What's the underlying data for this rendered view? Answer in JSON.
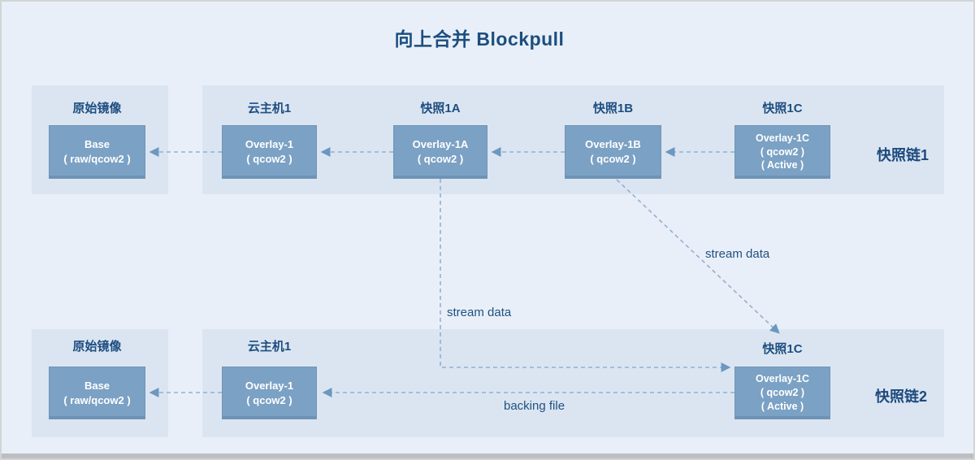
{
  "title": "向上合并 Blockpull",
  "colors": {
    "background": "#e9eff8",
    "panel": "#dbe5f1",
    "box_fill": "#7ba1c4",
    "box_text": "#ffffff",
    "label_text": "#1d4e81",
    "title_text": "#1b4e7f",
    "arrow": "#92b0d2",
    "bottom_bar": "#bcbec1"
  },
  "chain1": {
    "chain_label": "快照链1",
    "nodes": [
      {
        "label": "原始镜像",
        "box": [
          "Base",
          "( raw/qcow2 )"
        ]
      },
      {
        "label": "云主机1",
        "box": [
          "Overlay-1",
          "( qcow2 )"
        ]
      },
      {
        "label": "快照1A",
        "box": [
          "Overlay-1A",
          "( qcow2 )"
        ]
      },
      {
        "label": "快照1B",
        "box": [
          "Overlay-1B",
          "( qcow2 )"
        ]
      },
      {
        "label": "快照1C",
        "box": [
          "Overlay-1C",
          "( qcow2 )",
          "( Active )"
        ]
      }
    ]
  },
  "chain2": {
    "chain_label": "快照链2",
    "nodes": [
      {
        "label": "原始镜像",
        "box": [
          "Base",
          "( raw/qcow2 )"
        ]
      },
      {
        "label": "云主机1",
        "box": [
          "Overlay-1",
          "( qcow2 )"
        ]
      },
      {
        "label": "快照1C",
        "box": [
          "Overlay-1C",
          "( qcow2 )",
          "( Active )"
        ]
      }
    ]
  },
  "annotations": {
    "stream_data_vertical": "stream data",
    "stream_data_diagonal": "stream data",
    "backing_file": "backing file"
  }
}
